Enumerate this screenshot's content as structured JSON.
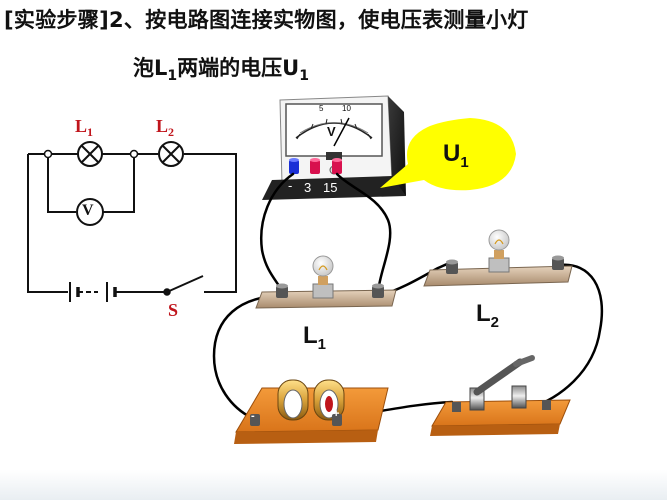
{
  "title": {
    "line1_prefix": "[实验步骤]2、按电路图连接实物图，使电压表测量小灯",
    "line2_prefix": "泡",
    "line2_l": "L",
    "line2_l_sub": "1",
    "line2_mid": "两端的电压",
    "line2_u": "U",
    "line2_u_sub": "1"
  },
  "schematic": {
    "lamp1_label_letter": "L",
    "lamp1_label_sub": "1",
    "lamp2_label_letter": "L",
    "lamp2_label_sub": "2",
    "voltmeter_symbol": "V",
    "switch_label": "S",
    "label_color": "#c0151c"
  },
  "voltmeter": {
    "face_letter": "V",
    "terminal_common": "-",
    "terminal_low": "3",
    "terminal_high": "15",
    "scale_numbers": [
      "5",
      "10"
    ]
  },
  "callout": {
    "letter": "U",
    "sub": "1",
    "color": "#ffff00"
  },
  "physical": {
    "lamp1_letter": "L",
    "lamp1_sub": "1",
    "lamp2_letter": "L",
    "lamp2_sub": "2",
    "battery_minus": "-",
    "battery_plus": "+"
  }
}
